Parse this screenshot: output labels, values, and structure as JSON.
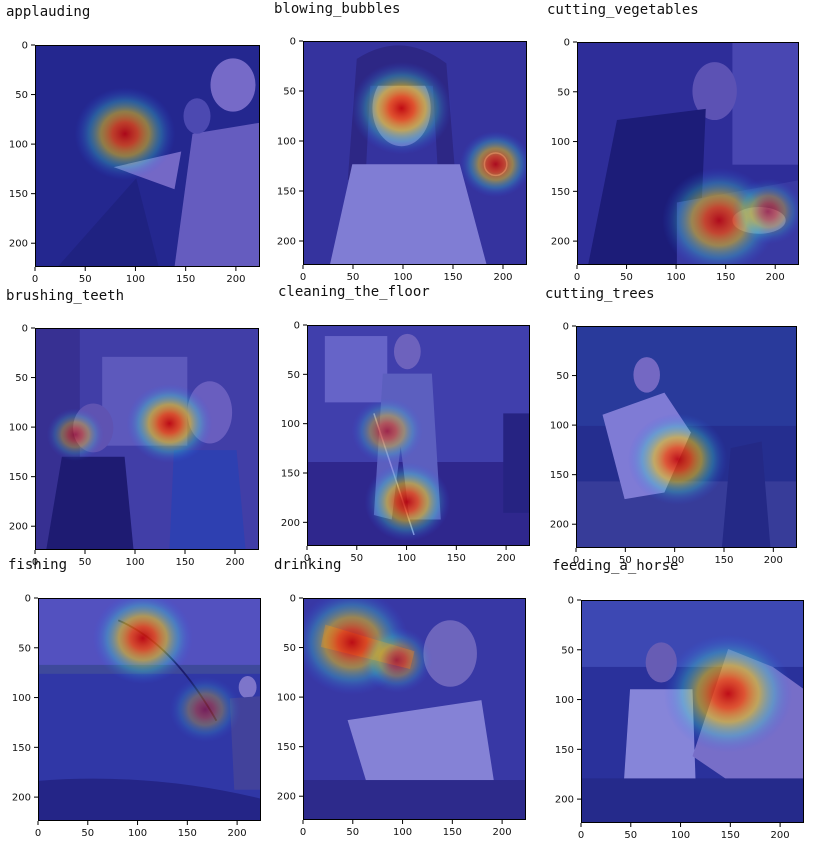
{
  "figure": {
    "panels": [
      {
        "title": "applauding",
        "scene": "applauding",
        "heat": [
          [
            0.4,
            0.4,
            0.14,
            0.82
          ]
        ],
        "base": "#4a3f8c"
      },
      {
        "title": "blowing_bubbles",
        "scene": "blowing_bubbles",
        "heat": [
          [
            0.44,
            0.3,
            0.14,
            0.9
          ],
          [
            0.86,
            0.55,
            0.1,
            0.8
          ]
        ],
        "base": "#5a4e8f"
      },
      {
        "title": "cutting_vegetables",
        "scene": "cutting_vegetables",
        "heat": [
          [
            0.64,
            0.8,
            0.16,
            0.82
          ],
          [
            0.86,
            0.76,
            0.1,
            0.55
          ]
        ],
        "base": "#443e8a"
      },
      {
        "title": "brushing_teeth",
        "scene": "brushing_teeth",
        "heat": [
          [
            0.6,
            0.43,
            0.12,
            0.88
          ],
          [
            0.18,
            0.48,
            0.08,
            0.55
          ]
        ],
        "base": "#4c4494"
      },
      {
        "title": "cleaning_the_floor",
        "scene": "cleaning_the_floor",
        "heat": [
          [
            0.45,
            0.8,
            0.12,
            0.85
          ],
          [
            0.36,
            0.48,
            0.1,
            0.6
          ]
        ],
        "base": "#4a4290"
      },
      {
        "title": "cutting_trees",
        "scene": "cutting_trees",
        "heat": [
          [
            0.46,
            0.6,
            0.14,
            0.86
          ]
        ],
        "base": "#3b4a7c"
      },
      {
        "title": "fishing",
        "scene": "fishing",
        "heat": [
          [
            0.47,
            0.18,
            0.14,
            0.88
          ],
          [
            0.75,
            0.5,
            0.1,
            0.45
          ]
        ],
        "base": "#4a56a0"
      },
      {
        "title": "drinking",
        "scene": "drinking",
        "heat": [
          [
            0.22,
            0.2,
            0.16,
            0.82
          ],
          [
            0.42,
            0.28,
            0.1,
            0.55
          ]
        ],
        "base": "#4c4a92"
      },
      {
        "title": "feeding_a_horse",
        "scene": "feeding_a_horse",
        "heat": [
          [
            0.66,
            0.42,
            0.18,
            0.88
          ]
        ],
        "base": "#3c4688"
      }
    ],
    "x_ticks": [
      "0",
      "50",
      "100",
      "150",
      "200"
    ],
    "y_ticks": [
      "0",
      "50",
      "100",
      "150",
      "200"
    ],
    "tick_values": [
      0,
      50,
      100,
      150,
      200
    ],
    "axis_max": 224
  }
}
